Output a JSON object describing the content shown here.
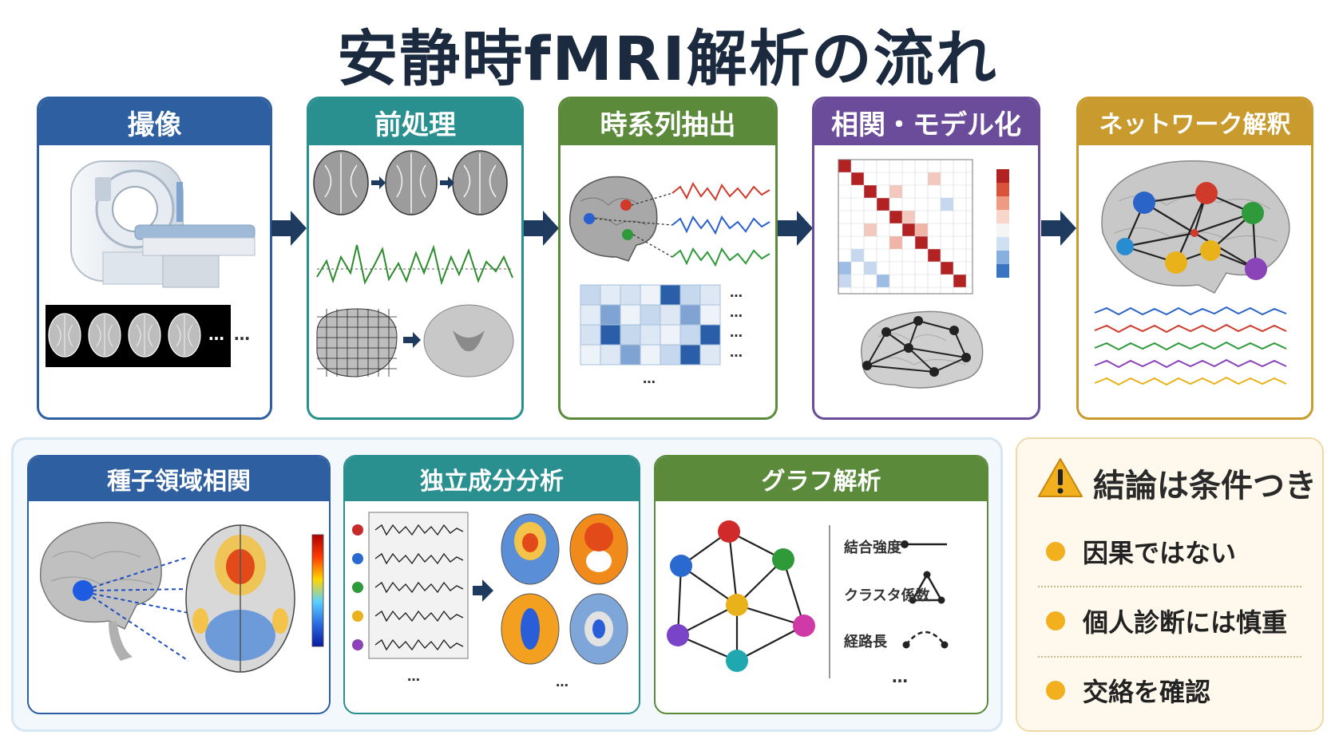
{
  "title": "安静時fMRI解析の流れ",
  "steps": [
    {
      "label": "撮像",
      "color": "#2e5fa0"
    },
    {
      "label": "前処理",
      "color": "#2a8f8f"
    },
    {
      "label": "時系列抽出",
      "color": "#5a8a3a"
    },
    {
      "label": "相関・モデル化",
      "color": "#6b4c9a"
    },
    {
      "label": "ネットワーク解釈",
      "color": "#c99a2e"
    }
  ],
  "ellipsis": "…",
  "methods": [
    {
      "label": "種子領域相関",
      "color": "#2e5fa0"
    },
    {
      "label": "独立成分分析",
      "color": "#2a8f8f"
    },
    {
      "label": "グラフ解析",
      "color": "#5a8a3a"
    }
  ],
  "graph_legend": {
    "strength": "結合強度",
    "clustering": "クラスタ係数",
    "path": "経路長",
    "more": "…"
  },
  "conclusion": {
    "title": "結論は条件つき",
    "items": [
      "因果ではない",
      "個人診断には慎重",
      "交絡を確認"
    ],
    "accent": "#f2b01e"
  }
}
